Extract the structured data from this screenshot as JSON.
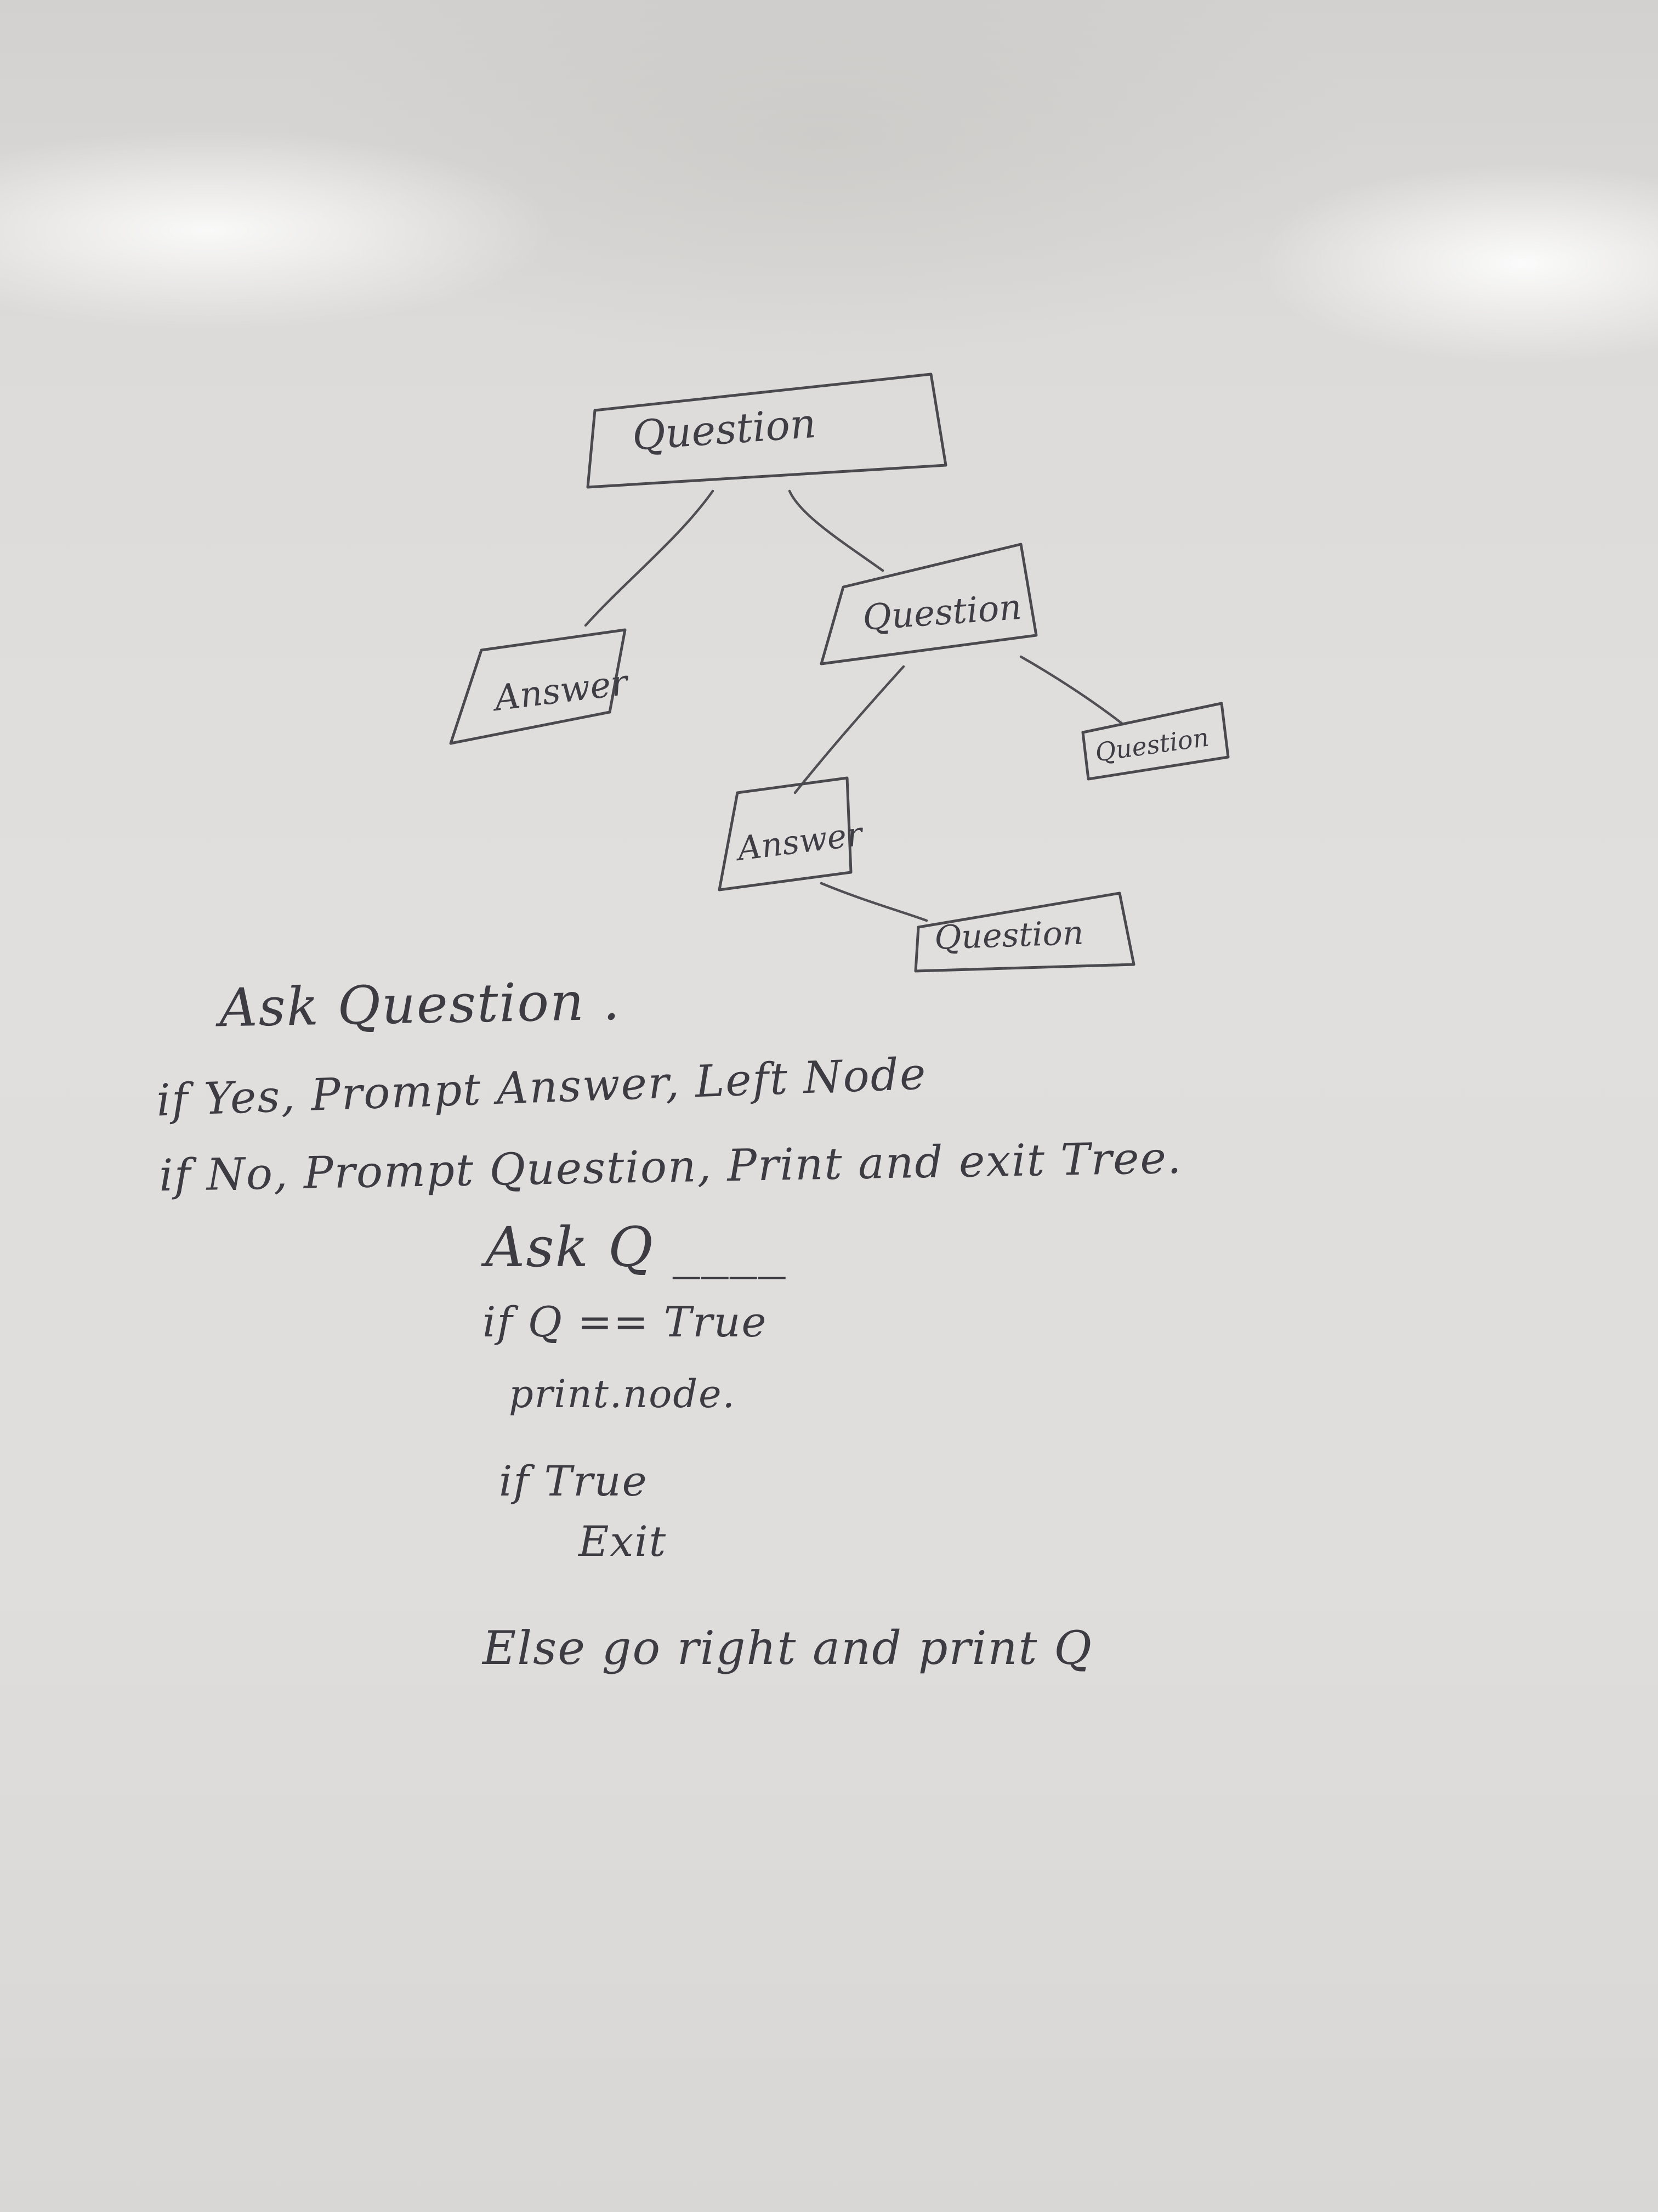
{
  "tree": {
    "nodes": [
      {
        "id": "root",
        "label": "Question"
      },
      {
        "id": "left-answer",
        "label": "Answer"
      },
      {
        "id": "right-question",
        "label": "Question"
      },
      {
        "id": "rr-question",
        "label": "Question"
      },
      {
        "id": "rl-answer",
        "label": "Answer"
      },
      {
        "id": "rl-question",
        "label": "Question"
      }
    ],
    "edges": [
      {
        "from": "root",
        "to": "left-answer"
      },
      {
        "from": "root",
        "to": "right-question"
      },
      {
        "from": "right-question",
        "to": "rl-answer"
      },
      {
        "from": "right-question",
        "to": "rr-question"
      },
      {
        "from": "rl-answer",
        "to": "rl-question"
      }
    ]
  },
  "notes": {
    "line1": "Ask Question .",
    "line2": "if Yes, Prompt Answer, Left Node",
    "line3": "if No, Prompt Question, Print and exit Tree."
  },
  "pseudocode": {
    "ask": "Ask Q ____",
    "if_true": "if  Q == True",
    "print_node": "print.node.",
    "if_true2": "if  True",
    "exit": "Exit",
    "else": "Else go right and print Q"
  }
}
